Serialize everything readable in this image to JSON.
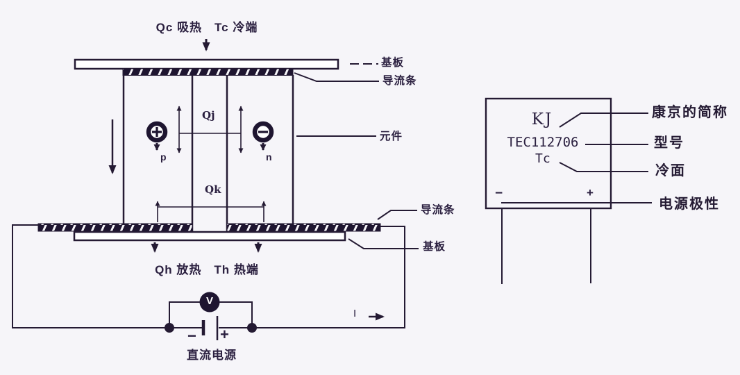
{
  "peltier_schematic": {
    "top_annotation": "Qc 吸热　Tc 冷端",
    "bottom_annotation": "Qh 放热　Th 热端",
    "joule_heat": "Qj",
    "conducted_heat": "Qk",
    "p_type": "p",
    "n_type": "n",
    "labels": {
      "substrate_top": "基板",
      "conductor_strip_top": "导流条",
      "element": "元件",
      "conductor_strip_bottom": "导流条",
      "substrate_bottom": "基板"
    },
    "circuit": {
      "voltmeter": "V",
      "minus": "−",
      "plus": "+",
      "dc_supply": "直流电源",
      "current": "I"
    }
  },
  "module_diagram": {
    "brand": "KJ",
    "model": "TEC112706",
    "cold_mark": "Tc",
    "minus": "−",
    "plus": "+",
    "callouts": {
      "brand_meaning": "康京的简称",
      "model_label": "型号",
      "cold_face": "冷面",
      "polarity": "电源极性"
    }
  },
  "colors": {
    "ink": "#241a33",
    "background": "#f6f5f9"
  }
}
